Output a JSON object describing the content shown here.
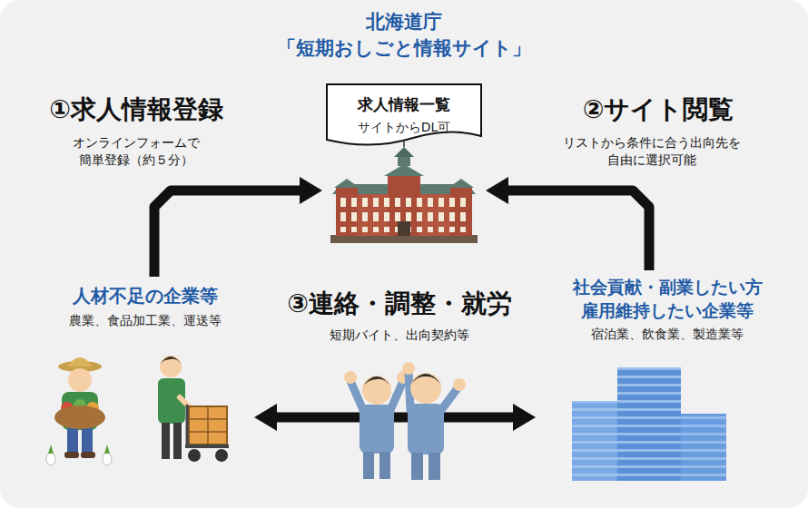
{
  "diagram": {
    "title": "北海道庁 「短期おしごと情報サイト」",
    "nodes": [
      {
        "text": [
          "求人情報一覧",
          "サイトからDL可"
        ]
      },
      {
        "text": [
          "人材不足の企業等",
          "農業、食品加工業、運送等"
        ]
      },
      {
        "text": [
          "社会貢献・副業したい方 雇用維持したい企業等",
          "宿泊業、飲食業、製造業等"
        ]
      }
    ],
    "edges": [
      {
        "from": 1,
        "to": 0,
        "arrow": "to"
      },
      {
        "from": 2,
        "to": 0,
        "arrow": "to"
      },
      {
        "from": 1,
        "to": 2,
        "arrow": "both"
      }
    ],
    "labels": [
      "①求人情報登録",
      "オンラインフォームで 簡単登録（約５分）",
      "②サイト閲覧",
      "リストから条件に合う出向先を 自由に選択可能",
      "③連絡・調整・就労",
      "短期バイト、出向契約等"
    ]
  }
}
